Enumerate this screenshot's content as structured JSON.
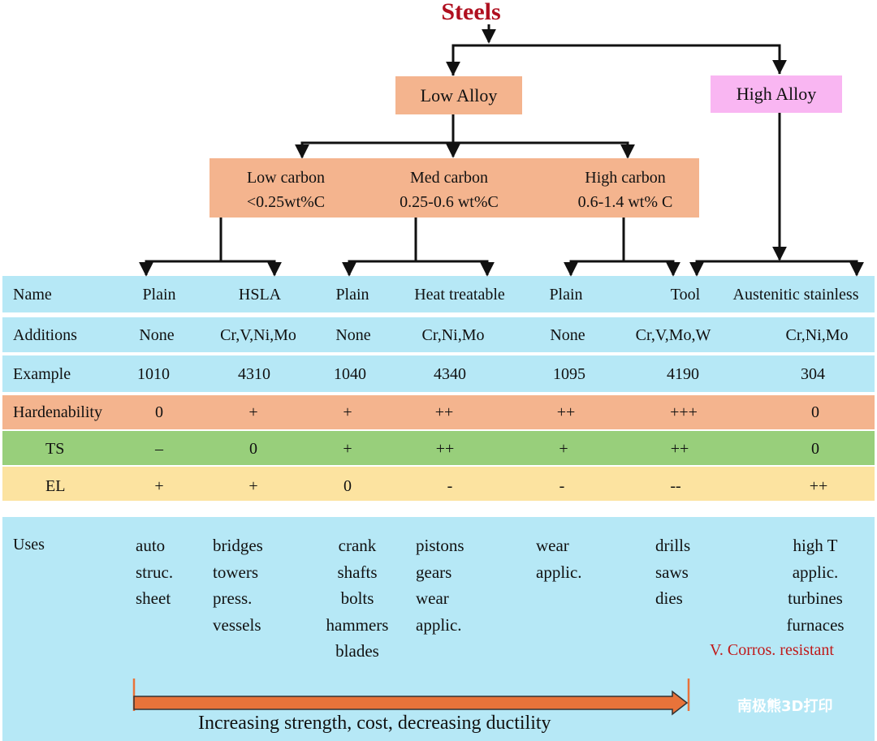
{
  "title": "Steels",
  "branches": {
    "low_alloy": "Low Alloy",
    "high_alloy": "High Alloy"
  },
  "carbon": [
    {
      "name": "Low carbon",
      "range": "<0.25wt%C"
    },
    {
      "name": "Med carbon",
      "range": "0.25-0.6 wt%C"
    },
    {
      "name": "High carbon",
      "range": "0.6-1.4 wt% C"
    }
  ],
  "table": {
    "row_labels": {
      "name": "Name",
      "additions": "Additions",
      "example": "Example",
      "hardenability": "Hardenability",
      "ts": "TS",
      "el": "EL",
      "uses": "Uses"
    },
    "columns": [
      {
        "name": "Plain",
        "additions": "None",
        "example": "1010",
        "hardenability": "0",
        "ts": "–",
        "el": "+",
        "uses": [
          "auto",
          "struc.",
          "sheet"
        ]
      },
      {
        "name": "HSLA",
        "additions": "Cr,V,Ni,Mo",
        "example": "4310",
        "hardenability": "+",
        "ts": "0",
        "el": "+",
        "uses": [
          "bridges",
          "towers",
          "press.",
          "vessels"
        ]
      },
      {
        "name": "Plain",
        "additions": "None",
        "example": "1040",
        "hardenability": "+",
        "ts": "+",
        "el": "0",
        "uses": [
          "crank",
          "shafts",
          "bolts",
          "hammers",
          "blades"
        ]
      },
      {
        "name": "Heat treatable",
        "additions": "Cr,Ni,Mo",
        "example": "4340",
        "hardenability": "++",
        "ts": "++",
        "el": "-",
        "uses": [
          "pistons",
          "gears",
          "wear",
          "applic."
        ]
      },
      {
        "name": "Plain",
        "additions": "None",
        "example": "1095",
        "hardenability": "++",
        "ts": "+",
        "el": "-",
        "uses": [
          "wear",
          "applic."
        ]
      },
      {
        "name": "Tool",
        "additions": "Cr,V,Mo,W",
        "example": "4190",
        "hardenability": "+++",
        "ts": "++",
        "el": "--",
        "uses": [
          "drills",
          "saws",
          "dies"
        ]
      },
      {
        "name": "Austenitic stainless",
        "additions": "Cr,Ni,Mo",
        "example": "304",
        "hardenability": "0",
        "ts": "0",
        "el": "++",
        "uses": [
          "high T",
          "applic.",
          "turbines",
          "furnaces"
        ]
      }
    ]
  },
  "note": "V. Corros. resistant",
  "arrow_caption": "Increasing strength, cost, decreasing ductility",
  "watermark": "南极熊3D打印",
  "colors": {
    "title": "#b01020",
    "orange": "#f4b48e",
    "pink": "#f9b6f2",
    "light_blue": "#b6e8f6",
    "green": "#98cf7b",
    "yellow": "#fce3a0",
    "arrow_fill": "#e8733a",
    "note": "#c01a1a"
  }
}
